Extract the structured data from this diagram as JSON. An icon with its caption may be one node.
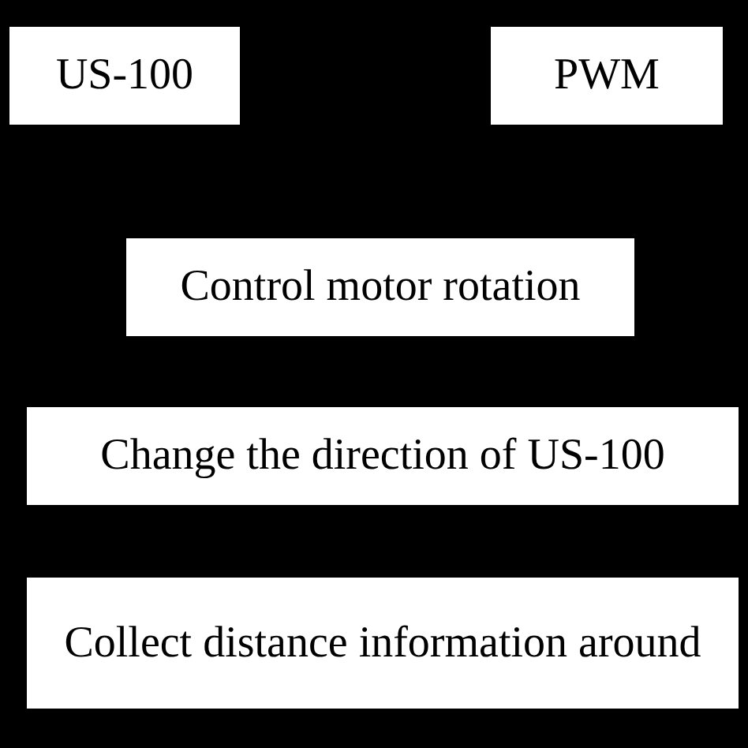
{
  "diagram": {
    "nodes": [
      {
        "text": [
          "US-100"
        ]
      },
      {
        "text": [
          "PWM"
        ]
      },
      {
        "text": [
          "Control motor rotation"
        ]
      },
      {
        "text": [
          "Change the direction of US-100"
        ]
      },
      {
        "text": [
          "Collect distance information around"
        ]
      }
    ]
  }
}
